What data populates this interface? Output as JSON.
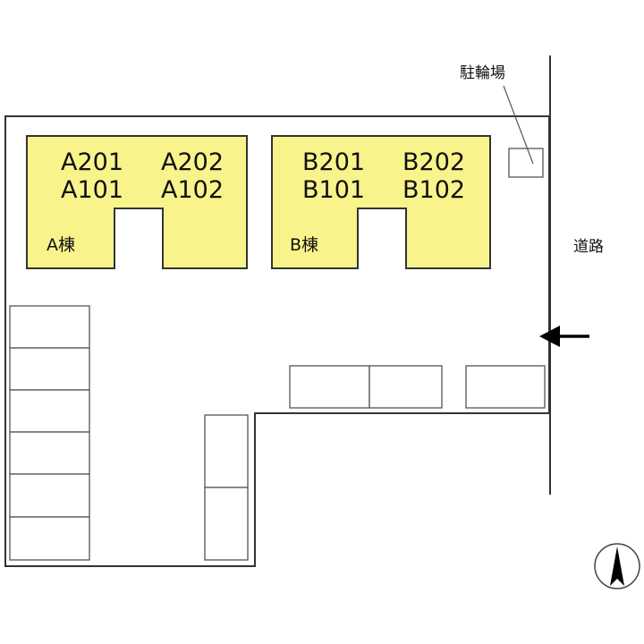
{
  "buildings": [
    {
      "label": "A棟",
      "units": [
        "A201",
        "A202",
        "A101",
        "A102"
      ]
    },
    {
      "label": "B棟",
      "units": [
        "B201",
        "B202",
        "B101",
        "B102"
      ]
    }
  ],
  "bike_parking_label": "駐輪場",
  "road_label": "道路",
  "parking_spaces": {
    "left_column": 6,
    "middle_column": 2,
    "right_row": 3
  },
  "entrance_arrow": "pointing-left",
  "compass": "north-up",
  "colors": {
    "building_fill": "#f9f38c",
    "line": "#333333"
  }
}
